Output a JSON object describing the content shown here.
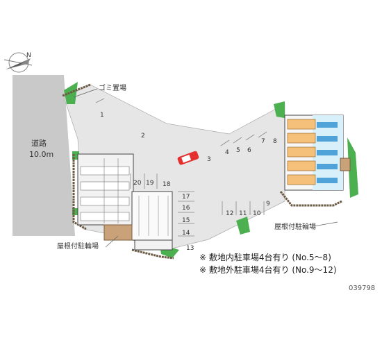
{
  "compass": {
    "label": "N"
  },
  "road": {
    "name": "道路",
    "width": "10.0m"
  },
  "labels": {
    "garbage": "ゴミ置場",
    "bike_left": "屋根付駐輪場",
    "bike_right": "屋根付駐輪場"
  },
  "parking_numbers": [
    "1",
    "2",
    "3",
    "4",
    "5",
    "6",
    "7",
    "8",
    "9",
    "10",
    "11",
    "12",
    "13",
    "14",
    "15",
    "16",
    "17",
    "18",
    "19",
    "20"
  ],
  "notes": [
    "※ 敷地内駐車場4台有り (No.5〜8)",
    "※ 敷地外駐車場4台有り (No.9〜12)"
  ],
  "plan_code": "039798",
  "colors": {
    "road": "#c9c9c9",
    "lot": "#e6e6e6",
    "green": "#4caf50",
    "hedge": "#6b5a45",
    "building_orange": "#f5c07a",
    "balcony_blue": "#4fa3d9",
    "highlight": "#d8f0fa",
    "car": "#e53030"
  }
}
